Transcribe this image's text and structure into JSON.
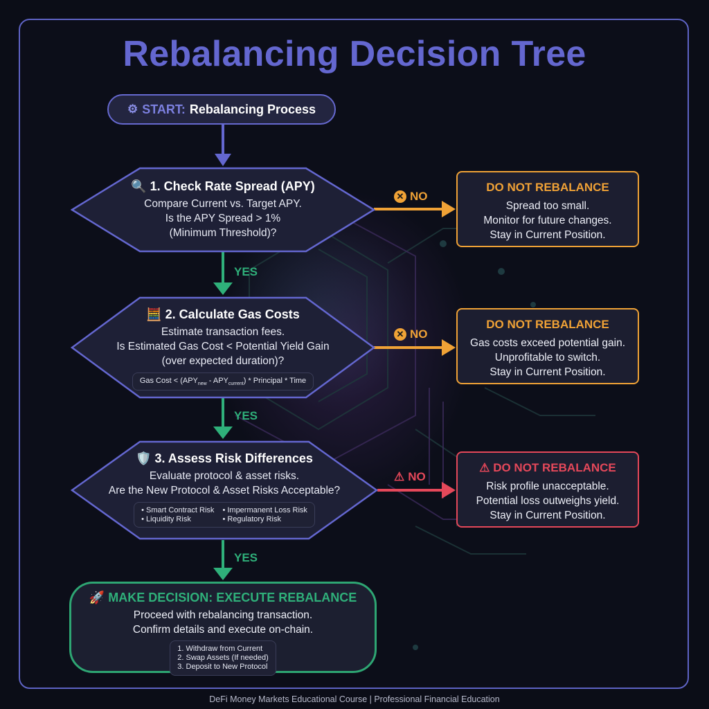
{
  "title": "Rebalancing Decision Tree",
  "start": {
    "icon": "gear-icon",
    "label": "START:",
    "text": "Rebalancing Process"
  },
  "steps": [
    {
      "icon": "magnifier-icon",
      "heading": "1. Check Rate Spread (APY)",
      "lines": [
        "Compare Current vs. Target APY.",
        "Is the APY Spread > 1%",
        "(Minimum Threshold)?"
      ]
    },
    {
      "icon": "abacus-icon",
      "heading": "2. Calculate Gas Costs",
      "lines": [
        "Estimate transaction fees.",
        "Is Estimated Gas Cost < Potential Yield Gain",
        "(over expected duration)?"
      ],
      "formula": {
        "prefix": "Gas Cost < (APY",
        "sub_new": "new",
        "minus": " - APY",
        "sub_current": "current",
        "suffix": ") * Principal * Time"
      }
    },
    {
      "icon": "shield-icon",
      "heading": "3. Assess Risk Differences",
      "lines": [
        "Evaluate protocol & asset risks.",
        "Are the New Protocol & Asset Risks Acceptable?"
      ],
      "risks": [
        "• Smart Contract Risk",
        "• Impermanent Loss Risk",
        "• Liquidity Risk",
        "• Regulatory Risk"
      ]
    }
  ],
  "branches": {
    "yes_label": "YES",
    "no_label": "NO"
  },
  "outcomes": [
    {
      "color": "#f0a236",
      "heading": "DO NOT REBALANCE",
      "lines": [
        "Spread too small.",
        "Monitor for future changes.",
        "Stay in Current Position."
      ]
    },
    {
      "color": "#f0a236",
      "heading": "DO NOT REBALANCE",
      "lines": [
        "Gas costs exceed potential gain.",
        "Unprofitable to switch.",
        "Stay in Current Position."
      ]
    },
    {
      "color": "#e5485a",
      "heading": "DO NOT REBALANCE",
      "lines": [
        "Risk profile unacceptable.",
        "Potential loss outweighs yield.",
        "Stay in Current Position."
      ]
    }
  ],
  "final": {
    "icon": "rocket-icon",
    "heading": "MAKE DECISION: EXECUTE REBALANCE",
    "lines": [
      "Proceed with rebalancing transaction.",
      "Confirm details and execute on-chain."
    ],
    "steps": [
      "1. Withdraw from Current",
      "2. Swap Assets (If needed)",
      "3. Deposit to New Protocol"
    ]
  },
  "colors": {
    "accent": "#6467d0",
    "yes": "#2fb07a",
    "warn": "#f0a236",
    "danger": "#e5485a"
  },
  "footer": "DeFi Money Markets Educational Course | Professional Financial Education"
}
